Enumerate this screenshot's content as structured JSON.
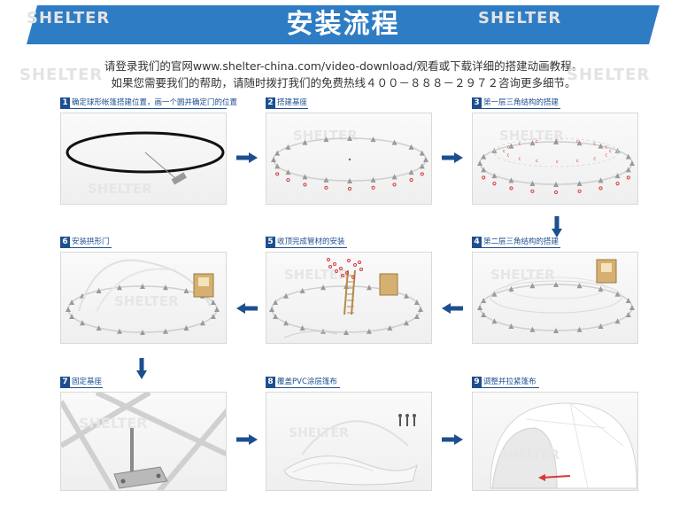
{
  "banner": {
    "title": "安装流程",
    "color": "#2e7cc4"
  },
  "intro": {
    "line1": "请登录我们的官网www.shelter-china.com/video-download/观看或下载详细的搭建动画教程。",
    "line2": "如果您需要我们的帮助，请随时拨打我们的免费热线４００－８８８－２９７２咨询更多细节。"
  },
  "watermark": "SHELTER",
  "steps": [
    {
      "num": "1",
      "label": "确定球形帐篷搭建位置，画一个圆并确定门的位置"
    },
    {
      "num": "2",
      "label": "搭建基座"
    },
    {
      "num": "3",
      "label": "第一层三角结构的搭建"
    },
    {
      "num": "4",
      "label": "第二层三角结构的搭建"
    },
    {
      "num": "5",
      "label": "收顶完成管材的安装"
    },
    {
      "num": "6",
      "label": "安装拱形门"
    },
    {
      "num": "7",
      "label": "固定基座"
    },
    {
      "num": "8",
      "label": "覆盖PVC涂层篷布"
    },
    {
      "num": "9",
      "label": "调整并拉紧篷布"
    }
  ],
  "colors": {
    "step_label": "#1d4f8f",
    "arrow": "#1d4f8f",
    "accent_red": "#d9383a"
  }
}
